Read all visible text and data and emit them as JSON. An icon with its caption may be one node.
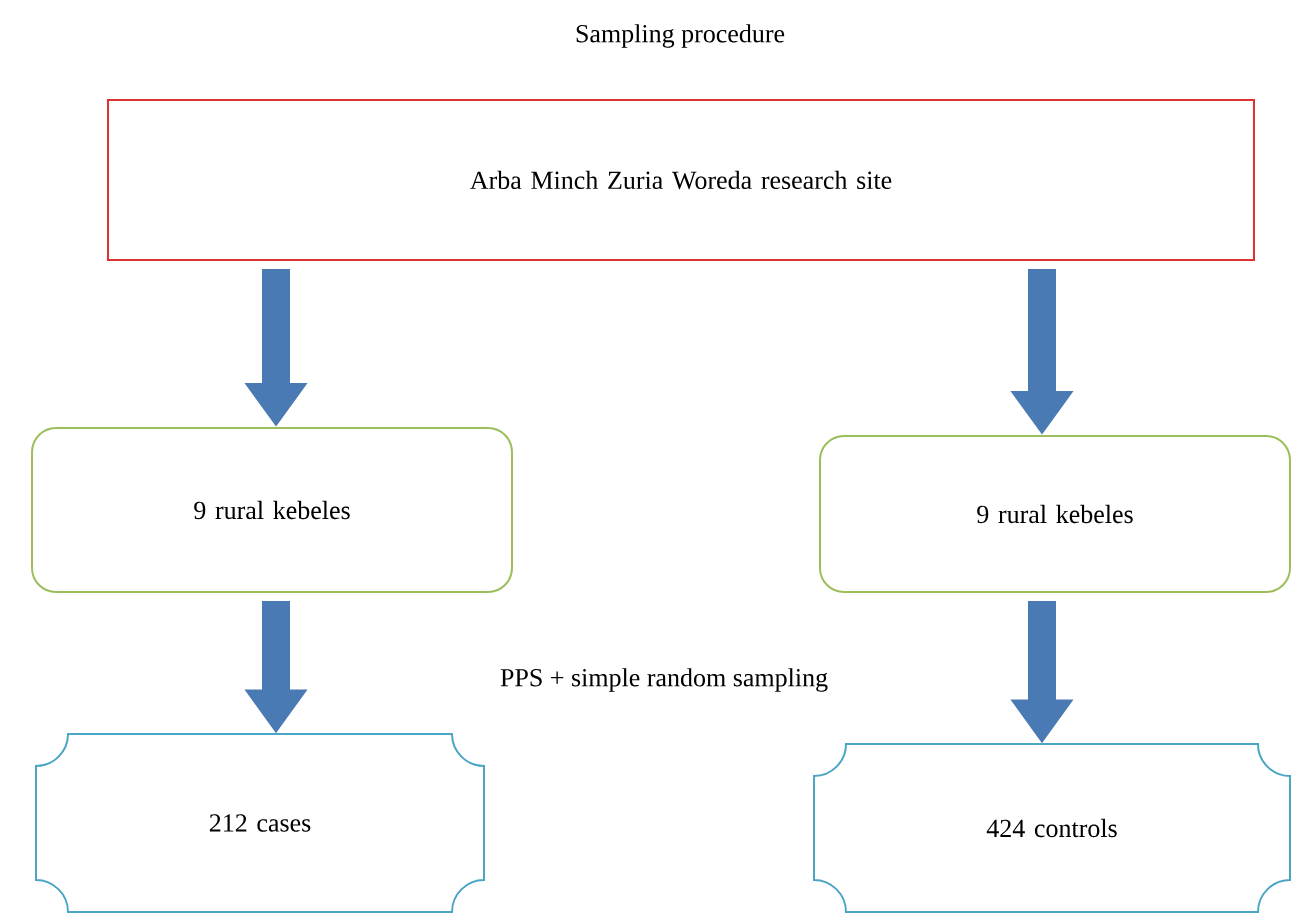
{
  "diagram": {
    "title": "Sampling procedure",
    "nodes": [
      {
        "text": [
          "Arba Minch Zuria Woreda research site"
        ]
      },
      {
        "text": [
          "9 rural kebeles"
        ]
      },
      {
        "text": [
          "9 rural kebeles"
        ]
      },
      {
        "text": [
          "212 cases"
        ]
      },
      {
        "text": [
          "424 controls"
        ]
      }
    ],
    "edges": [
      {
        "from": 0,
        "to": 1,
        "arrow": "to"
      },
      {
        "from": 0,
        "to": 2,
        "arrow": "to"
      },
      {
        "from": 1,
        "to": 3,
        "arrow": "to"
      },
      {
        "from": 2,
        "to": 4,
        "arrow": "to"
      }
    ],
    "labels": [
      "PPS + simple random sampling"
    ]
  }
}
